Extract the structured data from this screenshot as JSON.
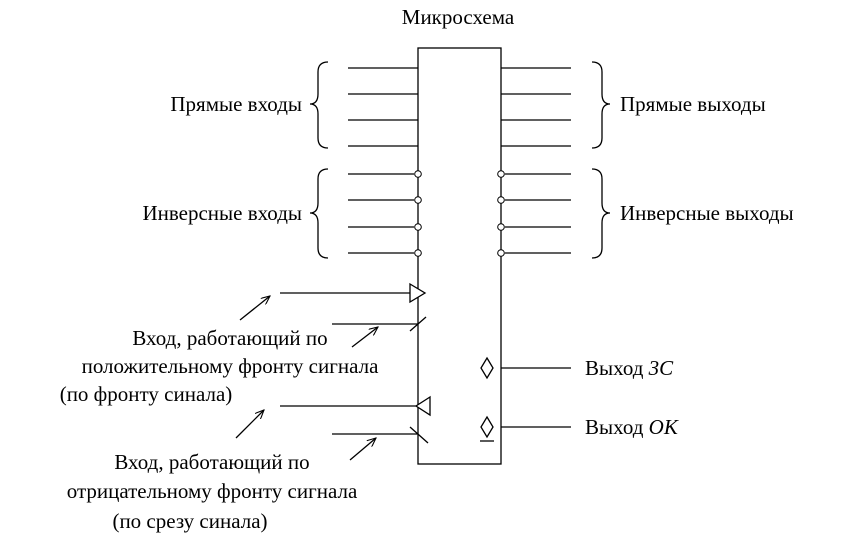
{
  "title": "Микросхема",
  "direct_inputs": "Прямые входы",
  "direct_outputs": "Прямые выходы",
  "inverse_inputs": "Инверсные входы",
  "inverse_outputs": "Инверсные выходы",
  "rising_edge_input": {
    "line1": "Вход, работающий по",
    "line2": "положительному фронту сигнала",
    "line3": "(по фронту синала)"
  },
  "falling_edge_input": {
    "line1": "Вход, работающий по",
    "line2": "отрицательному фронту сигнала",
    "line3": "(по срезу синала)"
  },
  "output_3s": {
    "prefix": "Выход ",
    "suffix": "3С"
  },
  "output_ok": {
    "prefix": "Выход ",
    "suffix": "ОК"
  }
}
